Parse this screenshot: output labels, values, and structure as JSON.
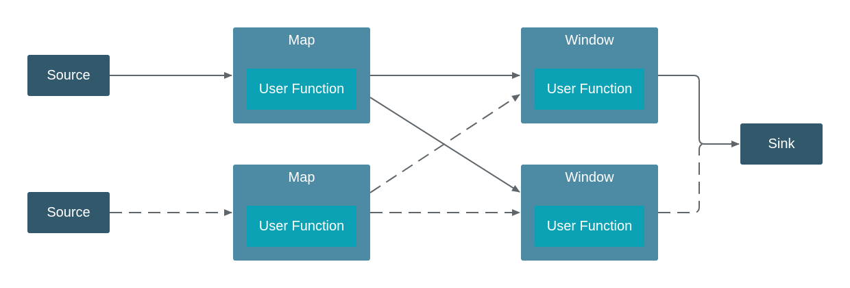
{
  "sources": [
    {
      "label": "Source"
    },
    {
      "label": "Source"
    }
  ],
  "maps": [
    {
      "title": "Map",
      "function_label": "User Function"
    },
    {
      "title": "Map",
      "function_label": "User Function"
    }
  ],
  "windows": [
    {
      "title": "Window",
      "function_label": "User Function"
    },
    {
      "title": "Window",
      "function_label": "User Function"
    }
  ],
  "sink": {
    "label": "Sink"
  },
  "colors": {
    "dark_node": "#31596b",
    "operator": "#4d8aa3",
    "user_function": "#0aa2b4",
    "edge": "#5e666c"
  }
}
